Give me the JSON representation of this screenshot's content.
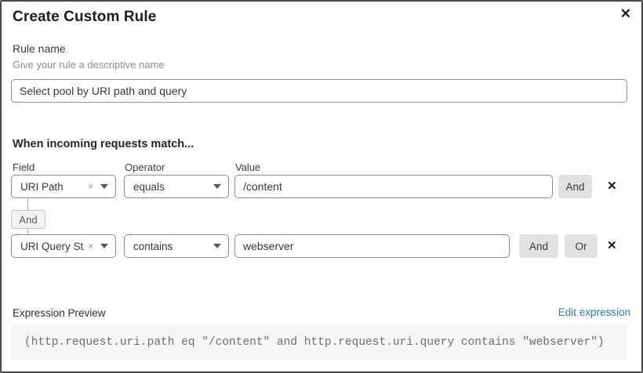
{
  "header": {
    "title": "Create Custom Rule",
    "close_icon": "✕"
  },
  "rule_name": {
    "label": "Rule name",
    "helper": "Give your rule a descriptive name",
    "value": "Select pool by URI path and query"
  },
  "match": {
    "heading": "When incoming requests match...",
    "columns": {
      "field": "Field",
      "operator": "Operator",
      "value": "Value"
    },
    "connector_label": "And",
    "rows": [
      {
        "field": "URI Path",
        "operator": "equals",
        "value": "/content",
        "and_label": "And",
        "clear_icon": "×",
        "remove_icon": "✕"
      },
      {
        "field": "URI Query St...",
        "operator": "contains",
        "value": "webserver",
        "and_label": "And",
        "or_label": "Or",
        "clear_icon": "×",
        "remove_icon": "✕"
      }
    ]
  },
  "expression": {
    "label": "Expression Preview",
    "edit_link": "Edit expression",
    "code": "(http.request.uri.path eq \"/content\" and http.request.uri.query contains \"webserver\")"
  },
  "colors": {
    "link": "#2e7cb5",
    "button_bg": "#e2e2e2",
    "code_bg": "#f5f5f5",
    "input_border": "#8e8e8e",
    "dialog_border": "#4a4a4a"
  }
}
